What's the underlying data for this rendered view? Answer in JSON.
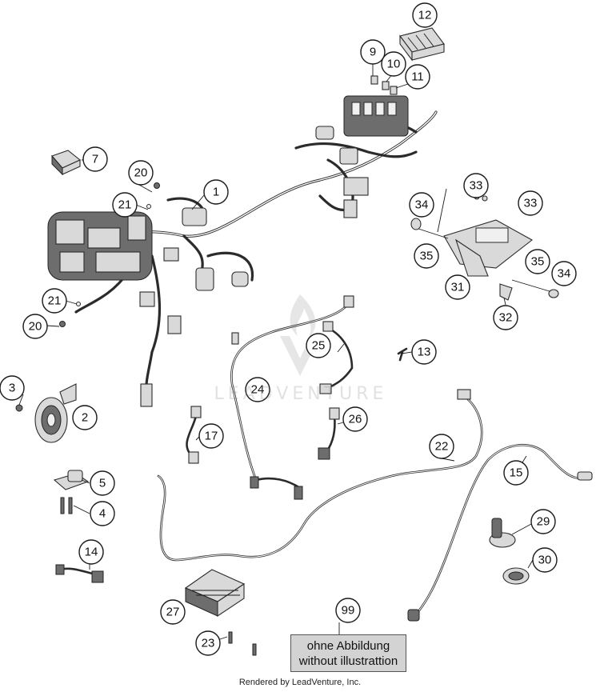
{
  "diagram": {
    "callouts": [
      "1",
      "2",
      "3",
      "4",
      "5",
      "7",
      "9",
      "10",
      "11",
      "12",
      "13",
      "14",
      "15",
      "17",
      "20",
      "21",
      "22",
      "23",
      "24",
      "25",
      "26",
      "27",
      "29",
      "30",
      "31",
      "32",
      "33",
      "34",
      "35",
      "99"
    ],
    "note": {
      "line1": "ohne Abbildung",
      "line2": "without illustrattion"
    },
    "watermark": "LEADVENTURE",
    "footer": "Rendered by LeadVenture, Inc."
  },
  "colors": {
    "line": "#2b2b2b",
    "note_background": "#d3d3d3"
  }
}
